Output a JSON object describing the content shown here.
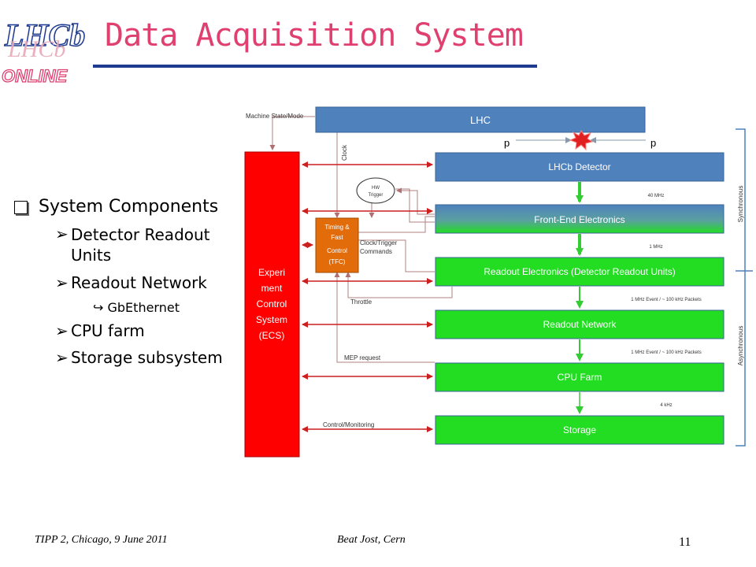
{
  "slide": {
    "title": "Data Acquisition System",
    "logo_text": "LHCb ONLINE",
    "footer_left": "TIPP 2, Chicago, 9 June 2011",
    "footer_mid": "Beat Jost, Cern",
    "page_number": "11"
  },
  "bullets": {
    "heading": "System Components",
    "items": [
      "Detector Readout Units",
      "Readout Network",
      "GbEthernet",
      "CPU farm",
      "Storage subsystem"
    ]
  },
  "diagram": {
    "lhc": "LHC",
    "machine_state": "Machine State/Mode",
    "clock": "Clock",
    "p_left": "p",
    "p_right": "p",
    "lhcb_detector": "LHCb Detector",
    "hw_trigger_1": "HW",
    "hw_trigger_2": "Trigger",
    "freq_40": "40 MHz",
    "front_end": "Front-End Electronics",
    "tfc_1": "Timing &",
    "tfc_2": "Fast",
    "tfc_3": "Control",
    "tfc_4": "(TFC)",
    "clock_trigger_1": "Clock/Trigger",
    "clock_trigger_2": "Commands",
    "freq_1": "1 MHz",
    "readout_electronics": "Readout Electronics (Detector Readout Units)",
    "ecs_1": "Experi",
    "ecs_2": "ment",
    "ecs_3": "Control",
    "ecs_4": "System",
    "ecs_5": "(ECS)",
    "throttle": "Throttle",
    "rate_a": "1 MHz Event / ~ 100 kHz Packets",
    "readout_network": "Readout Network",
    "rate_b": "1 MHz Event / ~ 100 kHz Packets",
    "mep_request": "MEP request",
    "cpu_farm": "CPU Farm",
    "freq_4k": "4 kHz",
    "control_monitoring": "Control/Monitoring",
    "storage": "Storage",
    "synchronous": "Synchronous",
    "asynchronous": "Asynchronous"
  },
  "colors": {
    "title": "#e04070",
    "blue_box": "#4f81bd",
    "green_box": "#22dd22",
    "ecs_red": "#ff0000",
    "tfc_orange": "#e36c0a",
    "arrow_red": "#cc1f1f",
    "arrow_green": "#33cc33",
    "rule_blue": "#1f3b8f"
  }
}
